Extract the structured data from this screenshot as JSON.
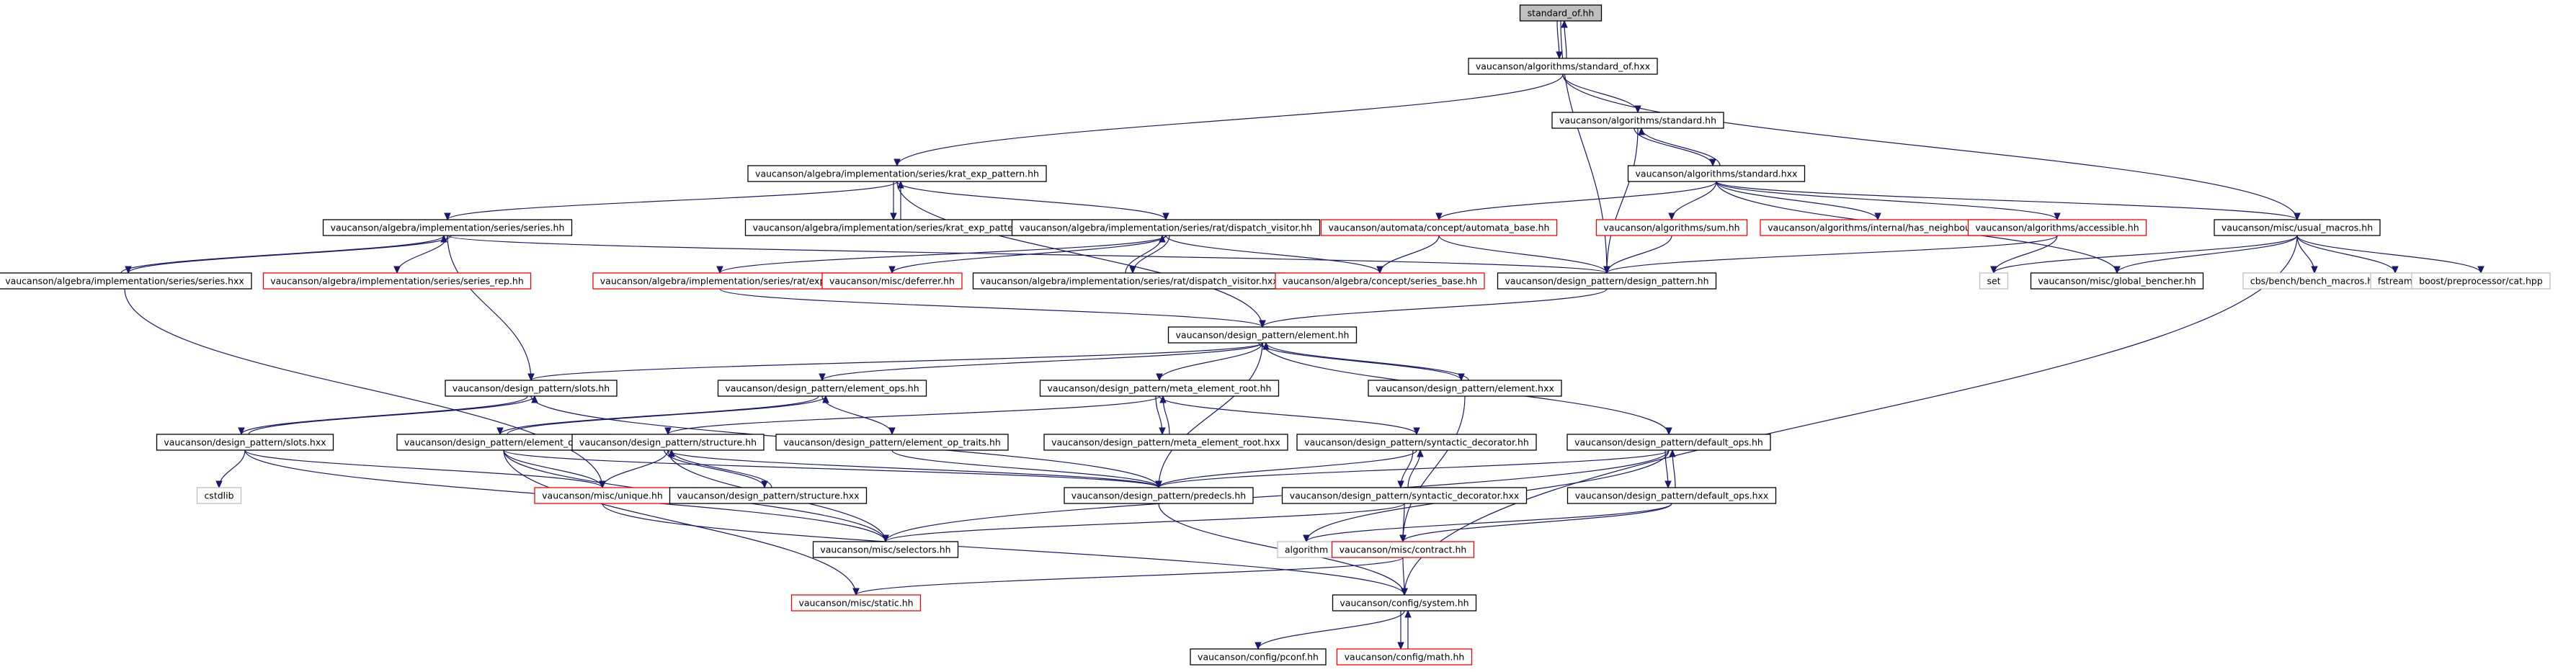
{
  "graph": {
    "nodes": [
      {
        "id": "n0",
        "label": "standard_of.hh",
        "kind": "root"
      },
      {
        "id": "n1",
        "label": "vaucanson/algorithms/standard_of.hxx",
        "kind": "normal"
      },
      {
        "id": "n2",
        "label": "vaucanson/algorithms/standard.hh",
        "kind": "normal"
      },
      {
        "id": "n3",
        "label": "vaucanson/algebra/implementation/series/krat_exp_pattern.hh",
        "kind": "normal"
      },
      {
        "id": "n4",
        "label": "vaucanson/algorithms/standard.hxx",
        "kind": "normal"
      },
      {
        "id": "n5",
        "label": "vaucanson/algebra/implementation/series/series.hh",
        "kind": "normal"
      },
      {
        "id": "n6",
        "label": "vaucanson/algebra/implementation/series/krat_exp_pattern.hxx",
        "kind": "normal"
      },
      {
        "id": "n7",
        "label": "vaucanson/algebra/implementation/series/rat/dispatch_visitor.hh",
        "kind": "normal"
      },
      {
        "id": "n8",
        "label": "vaucanson/automata/concept/automata_base.hh",
        "kind": "truncated"
      },
      {
        "id": "n9",
        "label": "vaucanson/algorithms/sum.hh",
        "kind": "truncated"
      },
      {
        "id": "n10",
        "label": "vaucanson/algorithms/internal/has_neighbour.hh",
        "kind": "truncated"
      },
      {
        "id": "n11",
        "label": "vaucanson/algorithms/accessible.hh",
        "kind": "truncated"
      },
      {
        "id": "n12",
        "label": "vaucanson/misc/usual_macros.hh",
        "kind": "normal"
      },
      {
        "id": "n13",
        "label": "vaucanson/algebra/implementation/series/series.hxx",
        "kind": "normal"
      },
      {
        "id": "n14",
        "label": "vaucanson/algebra/implementation/series/series_rep.hh",
        "kind": "truncated"
      },
      {
        "id": "n15",
        "label": "vaucanson/algebra/implementation/series/rat/exp.hh",
        "kind": "truncated"
      },
      {
        "id": "n16",
        "label": "vaucanson/misc/deferrer.hh",
        "kind": "truncated"
      },
      {
        "id": "n17",
        "label": "vaucanson/algebra/implementation/series/rat/dispatch_visitor.hxx",
        "kind": "normal"
      },
      {
        "id": "n18",
        "label": "vaucanson/algebra/concept/series_base.hh",
        "kind": "truncated"
      },
      {
        "id": "n19",
        "label": "vaucanson/design_pattern/design_pattern.hh",
        "kind": "normal"
      },
      {
        "id": "n20",
        "label": "set",
        "kind": "system"
      },
      {
        "id": "n21",
        "label": "vaucanson/misc/global_bencher.hh",
        "kind": "normal"
      },
      {
        "id": "n22",
        "label": "cbs/bench/bench_macros.hh",
        "kind": "system"
      },
      {
        "id": "n23",
        "label": "fstream",
        "kind": "system"
      },
      {
        "id": "n24",
        "label": "boost/preprocessor/cat.hpp",
        "kind": "system"
      },
      {
        "id": "n25",
        "label": "vaucanson/design_pattern/element.hh",
        "kind": "normal"
      },
      {
        "id": "n26",
        "label": "vaucanson/design_pattern/slots.hh",
        "kind": "normal"
      },
      {
        "id": "n27",
        "label": "vaucanson/design_pattern/element_ops.hh",
        "kind": "normal"
      },
      {
        "id": "n28",
        "label": "vaucanson/design_pattern/meta_element_root.hh",
        "kind": "normal"
      },
      {
        "id": "n29",
        "label": "vaucanson/design_pattern/element.hxx",
        "kind": "normal"
      },
      {
        "id": "n30",
        "label": "vaucanson/design_pattern/slots.hxx",
        "kind": "normal"
      },
      {
        "id": "n31",
        "label": "vaucanson/design_pattern/element_ops.hxx",
        "kind": "normal"
      },
      {
        "id": "n32",
        "label": "vaucanson/design_pattern/element_op_traits.hh",
        "kind": "normal"
      },
      {
        "id": "n33",
        "label": "vaucanson/design_pattern/meta_element_root.hxx",
        "kind": "normal"
      },
      {
        "id": "n34",
        "label": "vaucanson/design_pattern/structure.hh",
        "kind": "normal"
      },
      {
        "id": "n35",
        "label": "vaucanson/design_pattern/syntactic_decorator.hh",
        "kind": "normal"
      },
      {
        "id": "n36",
        "label": "vaucanson/design_pattern/default_ops.hh",
        "kind": "normal"
      },
      {
        "id": "n37",
        "label": "cstdlib",
        "kind": "system"
      },
      {
        "id": "n38",
        "label": "vaucanson/misc/unique.hh",
        "kind": "truncated"
      },
      {
        "id": "n39",
        "label": "vaucanson/design_pattern/structure.hxx",
        "kind": "normal"
      },
      {
        "id": "n40",
        "label": "vaucanson/design_pattern/predecls.hh",
        "kind": "normal"
      },
      {
        "id": "n41",
        "label": "vaucanson/design_pattern/syntactic_decorator.hxx",
        "kind": "normal"
      },
      {
        "id": "n42",
        "label": "vaucanson/design_pattern/default_ops.hxx",
        "kind": "normal"
      },
      {
        "id": "n43",
        "label": "vaucanson/misc/selectors.hh",
        "kind": "normal"
      },
      {
        "id": "n44",
        "label": "algorithm",
        "kind": "system"
      },
      {
        "id": "n45",
        "label": "vaucanson/misc/contract.hh",
        "kind": "truncated"
      },
      {
        "id": "n46",
        "label": "vaucanson/misc/static.hh",
        "kind": "truncated"
      },
      {
        "id": "n47",
        "label": "vaucanson/config/system.hh",
        "kind": "normal"
      },
      {
        "id": "n48",
        "label": "vaucanson/config/pconf.hh",
        "kind": "normal"
      },
      {
        "id": "n49",
        "label": "vaucanson/config/math.hh",
        "kind": "truncated"
      }
    ],
    "edges": [
      [
        "n0",
        "n1"
      ],
      [
        "n1",
        "n0"
      ],
      [
        "n0",
        "n19"
      ],
      [
        "n1",
        "n2"
      ],
      [
        "n1",
        "n3"
      ],
      [
        "n1",
        "n12"
      ],
      [
        "n2",
        "n4"
      ],
      [
        "n4",
        "n2"
      ],
      [
        "n2",
        "n19"
      ],
      [
        "n3",
        "n5"
      ],
      [
        "n3",
        "n6"
      ],
      [
        "n6",
        "n3"
      ],
      [
        "n3",
        "n7"
      ],
      [
        "n3",
        "n25"
      ],
      [
        "n4",
        "n8"
      ],
      [
        "n4",
        "n9"
      ],
      [
        "n4",
        "n10"
      ],
      [
        "n4",
        "n11"
      ],
      [
        "n4",
        "n12"
      ],
      [
        "n4",
        "n21"
      ],
      [
        "n5",
        "n13"
      ],
      [
        "n13",
        "n5"
      ],
      [
        "n5",
        "n14"
      ],
      [
        "n5",
        "n26"
      ],
      [
        "n5",
        "n19"
      ],
      [
        "n7",
        "n15"
      ],
      [
        "n7",
        "n16"
      ],
      [
        "n7",
        "n17"
      ],
      [
        "n17",
        "n7"
      ],
      [
        "n7",
        "n18"
      ],
      [
        "n8",
        "n18"
      ],
      [
        "n8",
        "n19"
      ],
      [
        "n9",
        "n19"
      ],
      [
        "n11",
        "n20"
      ],
      [
        "n11",
        "n19"
      ],
      [
        "n12",
        "n21"
      ],
      [
        "n12",
        "n22"
      ],
      [
        "n12",
        "n23"
      ],
      [
        "n12",
        "n24"
      ],
      [
        "n12",
        "n20"
      ],
      [
        "n12",
        "n47"
      ],
      [
        "n13",
        "n38"
      ],
      [
        "n15",
        "n25"
      ],
      [
        "n19",
        "n25"
      ],
      [
        "n25",
        "n26"
      ],
      [
        "n25",
        "n27"
      ],
      [
        "n25",
        "n28"
      ],
      [
        "n25",
        "n29"
      ],
      [
        "n29",
        "n25"
      ],
      [
        "n25",
        "n36"
      ],
      [
        "n25",
        "n40"
      ],
      [
        "n26",
        "n30"
      ],
      [
        "n30",
        "n26"
      ],
      [
        "n26",
        "n40"
      ],
      [
        "n27",
        "n31"
      ],
      [
        "n31",
        "n27"
      ],
      [
        "n27",
        "n32"
      ],
      [
        "n28",
        "n33"
      ],
      [
        "n33",
        "n28"
      ],
      [
        "n28",
        "n34"
      ],
      [
        "n28",
        "n35"
      ],
      [
        "n29",
        "n45"
      ],
      [
        "n30",
        "n37"
      ],
      [
        "n30",
        "n38"
      ],
      [
        "n30",
        "n43"
      ],
      [
        "n31",
        "n38"
      ],
      [
        "n31",
        "n43"
      ],
      [
        "n31",
        "n46"
      ],
      [
        "n31",
        "n40"
      ],
      [
        "n32",
        "n40"
      ],
      [
        "n34",
        "n39"
      ],
      [
        "n39",
        "n34"
      ],
      [
        "n34",
        "n38"
      ],
      [
        "n34",
        "n40"
      ],
      [
        "n34",
        "n43"
      ],
      [
        "n35",
        "n41"
      ],
      [
        "n41",
        "n35"
      ],
      [
        "n35",
        "n40"
      ],
      [
        "n36",
        "n42"
      ],
      [
        "n42",
        "n36"
      ],
      [
        "n36",
        "n40"
      ],
      [
        "n36",
        "n44"
      ],
      [
        "n36",
        "n43"
      ],
      [
        "n38",
        "n47"
      ],
      [
        "n40",
        "n47"
      ],
      [
        "n41",
        "n45"
      ],
      [
        "n41",
        "n43"
      ],
      [
        "n42",
        "n45"
      ],
      [
        "n42",
        "n44"
      ],
      [
        "n45",
        "n46"
      ],
      [
        "n45",
        "n47"
      ],
      [
        "n47",
        "n48"
      ],
      [
        "n47",
        "n49"
      ],
      [
        "n49",
        "n47"
      ]
    ]
  }
}
